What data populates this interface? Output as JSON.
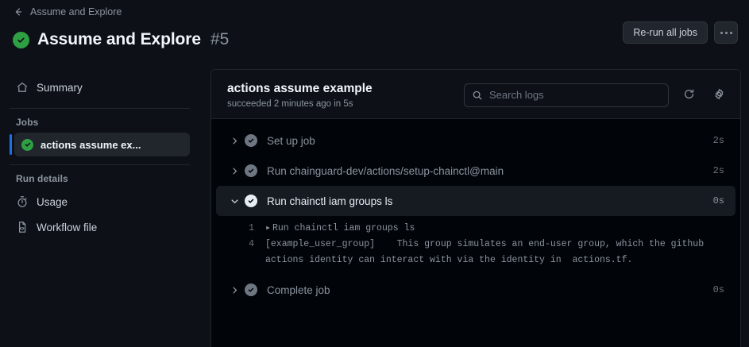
{
  "header": {
    "back_label": "Assume and Explore",
    "title": "Assume and Explore",
    "run_number": "#5",
    "status_icon": "check-circle-icon",
    "rerun_label": "Re-run all jobs",
    "more_label": "kebab-menu-icon"
  },
  "sidebar": {
    "summary_label": "Summary",
    "jobs_label": "Jobs",
    "job": {
      "label": "actions assume ex...",
      "status_icon": "check-circle-icon"
    },
    "run_details_label": "Run details",
    "usage_label": "Usage",
    "workflow_file_label": "Workflow file"
  },
  "panel": {
    "title": "actions assume example",
    "subtitle": "succeeded 2 minutes ago in 5s",
    "search": {
      "placeholder": "Search logs",
      "value": "",
      "icon": "search-icon"
    },
    "refresh_icon": "refresh-icon",
    "settings_icon": "gear-icon"
  },
  "steps": [
    {
      "name": "Set up job",
      "duration": "2s",
      "expanded": false,
      "status": "success"
    },
    {
      "name": "Run chainguard-dev/actions/setup-chainctl@main",
      "duration": "2s",
      "expanded": false,
      "status": "success"
    },
    {
      "name": "Run chainctl iam groups ls",
      "duration": "0s",
      "expanded": true,
      "status": "success"
    },
    {
      "name": "Complete job",
      "duration": "0s",
      "expanded": false,
      "status": "success"
    }
  ],
  "log_lines": [
    {
      "number": "1",
      "caret": "▸",
      "text": "Run chainctl iam groups ls"
    },
    {
      "number": "4",
      "caret": "",
      "text": "[example_user_group]    This group simulates an end-user group, which the github  actions identity can interact with via the identity in  actions.tf."
    }
  ],
  "colors": {
    "page_bg": "#0d1117",
    "panel_bg": "#010409",
    "success_green": "#2ea043",
    "accent_blue": "#1f6feb",
    "border": "#21262d",
    "muted_text": "#8b949e"
  }
}
